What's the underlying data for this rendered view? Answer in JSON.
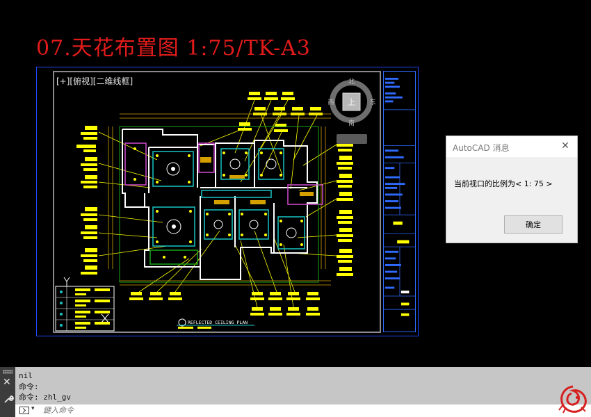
{
  "drawing": {
    "title": "07.天花布置图 1:75/TK-A3",
    "viewport_label": "[+][俯视][二维线框]",
    "plan_caption": "REFLECTED CEILING PLAN"
  },
  "viewcube": {
    "north": "北",
    "south": "南",
    "east": "东",
    "west": "西",
    "face": "上"
  },
  "dialog": {
    "title": "AutoCAD 消息",
    "message": "当前视口的比例为< 1: 75 >",
    "ok_label": "确定",
    "close_icon": "close-icon"
  },
  "command_line": {
    "history": [
      "nil",
      "命令:",
      "命令: zhl_gv"
    ],
    "placeholder": "鍵入命令",
    "icons": [
      "grip-icon",
      "close-icon",
      "wrench-icon",
      "command-prompt-icon",
      "dropdown-arrow-icon"
    ]
  },
  "colors": {
    "title_red": "#e31b1b",
    "viewport_border": "#1f49ff",
    "annotation_yellow": "#ffff00",
    "wall_white": "#ffffff",
    "room_cyan": "#19c4c4",
    "room_magenta": "#d14ad1",
    "room_green": "#1aa51a",
    "dim_gold": "#d4a000",
    "titleblock_blue": "#2f6bff",
    "logo_red": "#d62020"
  }
}
